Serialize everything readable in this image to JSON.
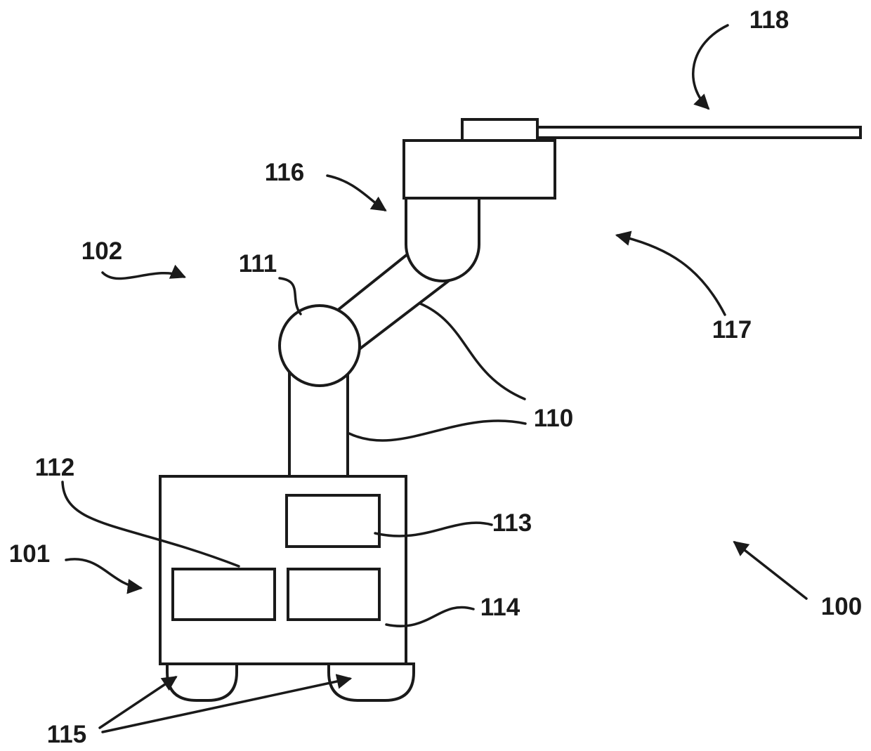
{
  "figure": {
    "background": "#ffffff",
    "line_color": "#1a1a1a",
    "labels": {
      "n100": "100",
      "n101": "101",
      "n102": "102",
      "n110": "110",
      "n111": "111",
      "n112": "112",
      "n113": "113",
      "n114": "114",
      "n115": "115",
      "n116": "116",
      "n117": "117",
      "n118": "118"
    }
  }
}
